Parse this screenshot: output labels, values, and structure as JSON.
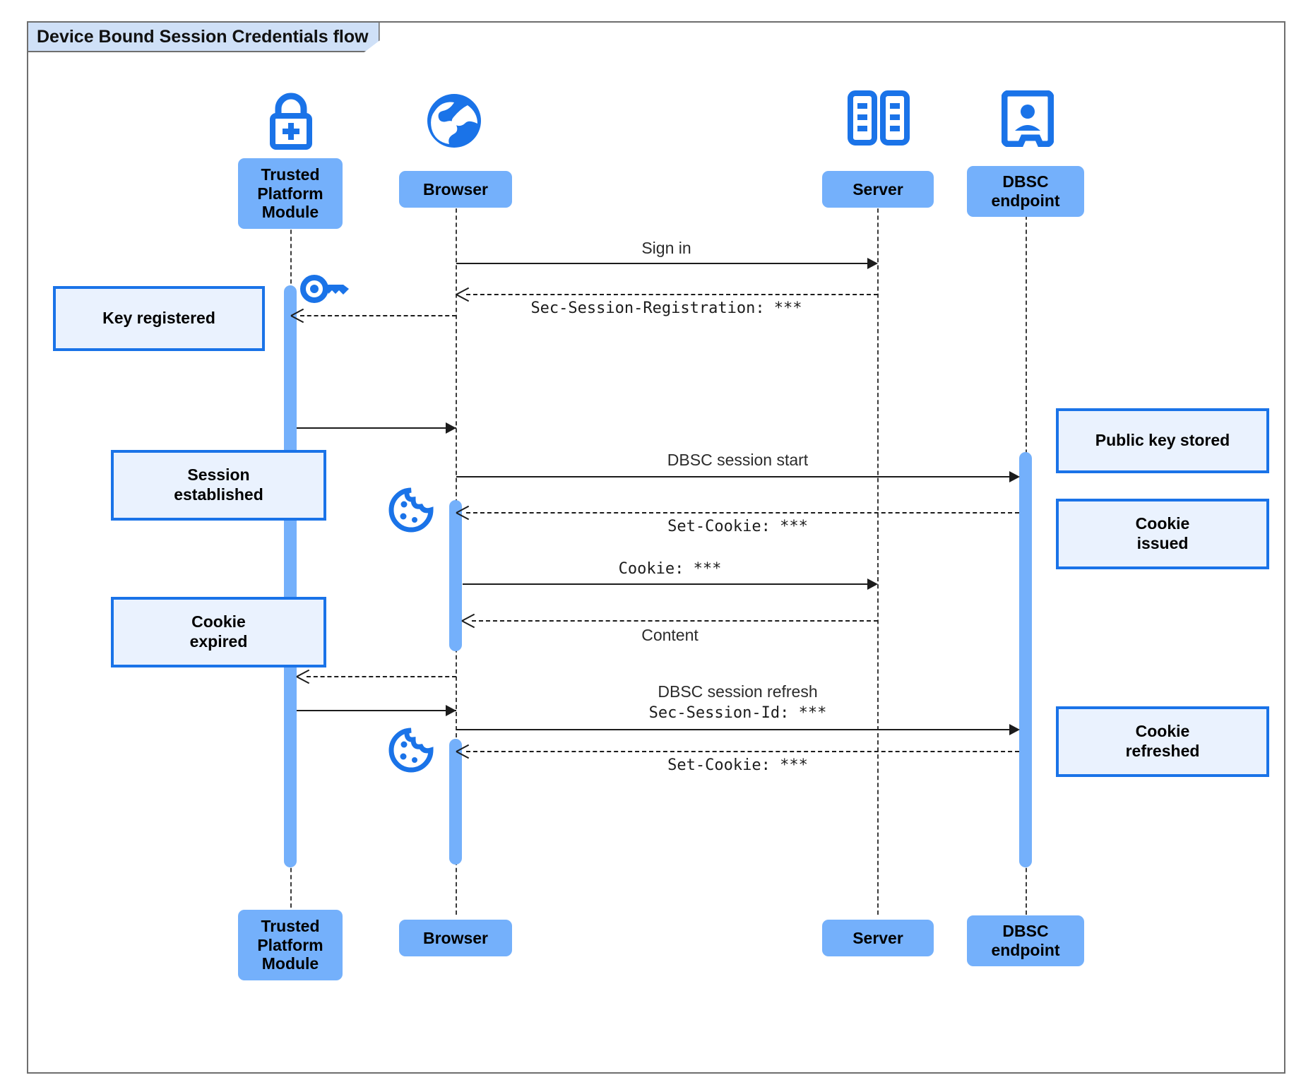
{
  "diagram": {
    "type": "sequence",
    "title": "Device Bound Session Credentials flow",
    "accent_color": "#74b0fb",
    "note_border_color": "#1a73e8",
    "note_fill_color": "#eaf2fe",
    "title_fill_color": "#cfe0f7"
  },
  "participants": [
    {
      "id": "tpm",
      "label": "Trusted\nPlatform\nModule",
      "icon": "lock-plus-icon"
    },
    {
      "id": "browser",
      "label": "Browser",
      "icon": "globe-icon"
    },
    {
      "id": "server",
      "label": "Server",
      "icon": "server-racks-icon"
    },
    {
      "id": "dbsc",
      "label": "DBSC\nendpoint",
      "icon": "id-badge-icon"
    }
  ],
  "participants_footer": [
    {
      "id": "tpm",
      "label": "Trusted\nPlatform\nModule"
    },
    {
      "id": "browser",
      "label": "Browser"
    },
    {
      "id": "server",
      "label": "Server"
    },
    {
      "id": "dbsc",
      "label": "DBSC\nendpoint"
    }
  ],
  "messages": [
    {
      "id": "m1",
      "from": "browser",
      "to": "server",
      "label": "Sign in",
      "style": "solid",
      "mono": false
    },
    {
      "id": "m2",
      "from": "server",
      "to": "browser",
      "label": "Sec-Session-Registration: ***",
      "style": "dashed",
      "mono": true
    },
    {
      "id": "m3",
      "from": "browser",
      "to": "tpm",
      "label": "",
      "style": "dashed",
      "mono": false
    },
    {
      "id": "m4",
      "from": "tpm",
      "to": "browser",
      "label": "",
      "style": "solid",
      "mono": false
    },
    {
      "id": "m5",
      "from": "browser",
      "to": "dbsc",
      "label": "DBSC session start",
      "style": "solid",
      "mono": false
    },
    {
      "id": "m6",
      "from": "dbsc",
      "to": "browser",
      "label": "Set-Cookie: ***",
      "style": "dashed",
      "mono": true
    },
    {
      "id": "m7",
      "from": "browser",
      "to": "server",
      "label": "Cookie: ***",
      "style": "solid",
      "mono": true
    },
    {
      "id": "m8",
      "from": "server",
      "to": "browser",
      "label": "Content",
      "style": "dashed",
      "mono": false
    },
    {
      "id": "m9",
      "from": "browser",
      "to": "tpm",
      "label": "",
      "style": "dashed",
      "mono": false
    },
    {
      "id": "m10",
      "from": "tpm",
      "to": "browser",
      "label": "",
      "style": "solid",
      "mono": false
    },
    {
      "id": "m11",
      "from": "browser",
      "to": "dbsc",
      "label": "DBSC session refresh",
      "label2": "Sec-Session-Id: ***",
      "style": "solid",
      "mono": false
    },
    {
      "id": "m12",
      "from": "dbsc",
      "to": "browser",
      "label": "Set-Cookie: ***",
      "style": "dashed",
      "mono": true
    }
  ],
  "notes": [
    {
      "id": "n1",
      "side": "left",
      "text": "Key registered",
      "attached_to": "tpm"
    },
    {
      "id": "n2",
      "side": "left",
      "text": "Session\nestablished",
      "attached_to": "tpm"
    },
    {
      "id": "n3",
      "side": "left",
      "text": "Cookie\nexpired",
      "attached_to": "tpm"
    },
    {
      "id": "n4",
      "side": "right",
      "text": "Public key stored",
      "attached_to": "dbsc"
    },
    {
      "id": "n5",
      "side": "right",
      "text": "Cookie\nissued",
      "attached_to": "dbsc"
    },
    {
      "id": "n6",
      "side": "right",
      "text": "Cookie\nrefreshed",
      "attached_to": "dbsc"
    }
  ],
  "inline_icons": [
    {
      "id": "i1",
      "name": "key-icon",
      "near": "tpm"
    },
    {
      "id": "i2",
      "name": "cookie-icon",
      "near": "browser"
    },
    {
      "id": "i3",
      "name": "cookie-icon",
      "near": "browser"
    }
  ]
}
